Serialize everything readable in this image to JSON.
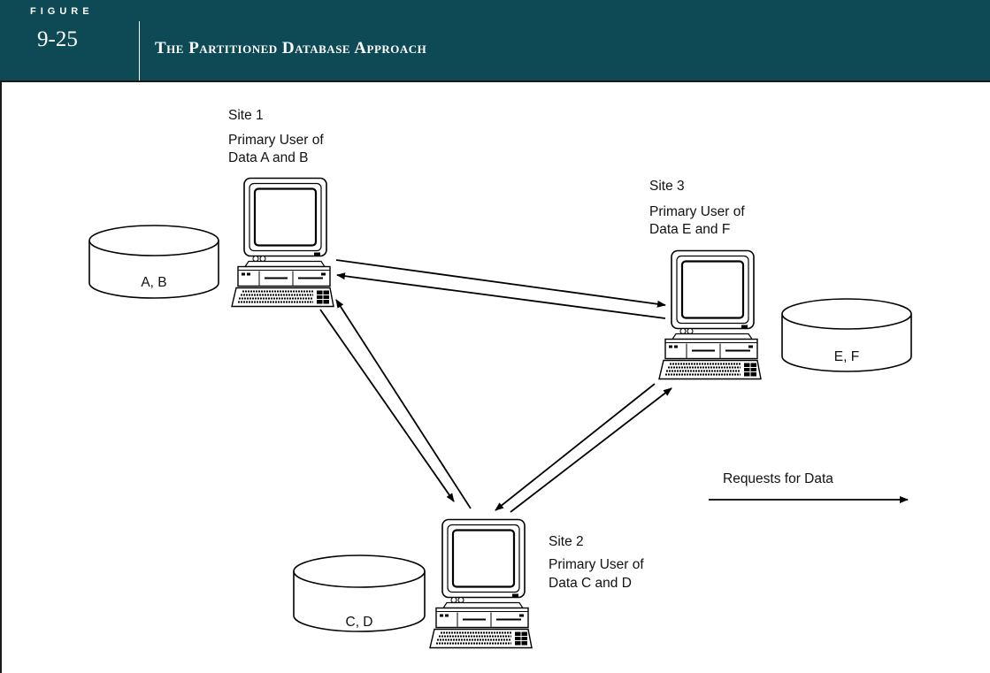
{
  "header": {
    "figure_word": "FIGURE",
    "figure_number": "9-25",
    "title": "The Partitioned Database Approach",
    "background": "#0d4a55"
  },
  "sites": [
    {
      "id": "site1",
      "name": "Site 1",
      "role": "Primary User of",
      "data_line": "Data A and B",
      "database": "A, B"
    },
    {
      "id": "site2",
      "name": "Site 2",
      "role": "Primary User of",
      "data_line": "Data C and D",
      "database": "C, D"
    },
    {
      "id": "site3",
      "name": "Site 3",
      "role": "Primary User of",
      "data_line": "Data E and F",
      "database": "E, F"
    }
  ],
  "connections": [
    {
      "from": "site1",
      "to": "site3"
    },
    {
      "from": "site3",
      "to": "site1"
    },
    {
      "from": "site1",
      "to": "site2"
    },
    {
      "from": "site2",
      "to": "site1"
    },
    {
      "from": "site3",
      "to": "site2"
    },
    {
      "from": "site2",
      "to": "site3"
    }
  ],
  "legend": {
    "label": "Requests for Data",
    "icon": "arrow-right-icon"
  }
}
